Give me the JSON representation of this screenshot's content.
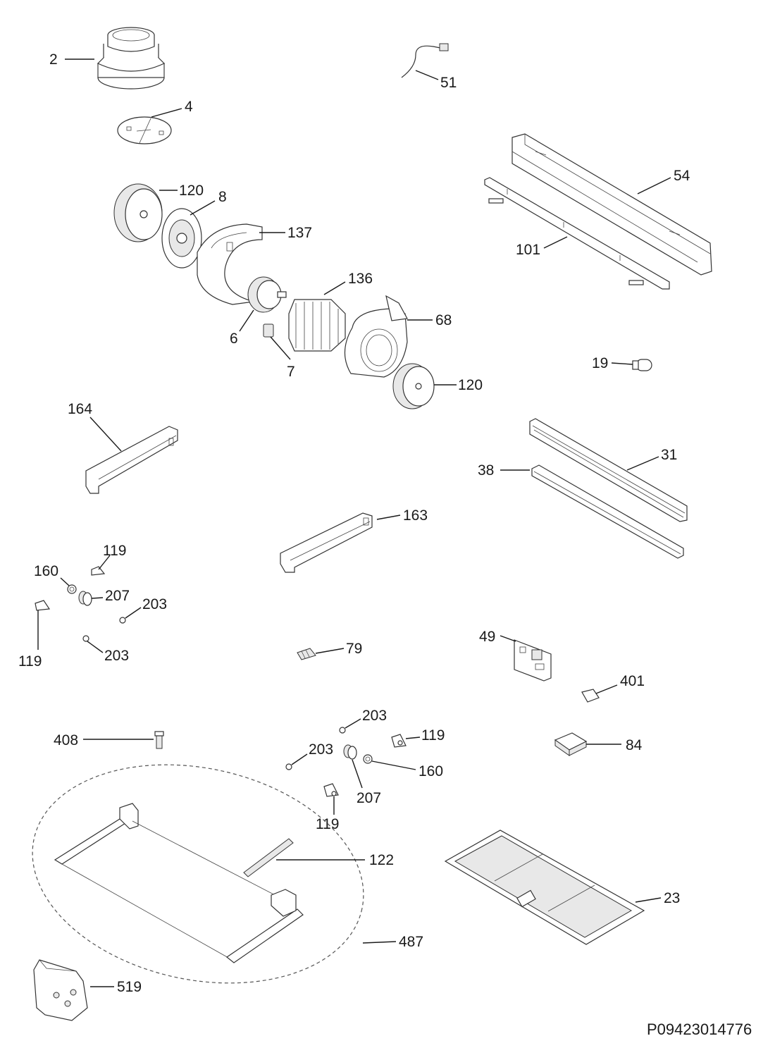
{
  "diagram": {
    "drawing_code": "P09423014776",
    "callouts": [
      {
        "id": "c2",
        "label": "2"
      },
      {
        "id": "c4",
        "label": "4"
      },
      {
        "id": "c51",
        "label": "51"
      },
      {
        "id": "c54",
        "label": "54"
      },
      {
        "id": "c101",
        "label": "101"
      },
      {
        "id": "c120a",
        "label": "120"
      },
      {
        "id": "c8",
        "label": "8"
      },
      {
        "id": "c137",
        "label": "137"
      },
      {
        "id": "c6",
        "label": "6"
      },
      {
        "id": "c7",
        "label": "7"
      },
      {
        "id": "c136",
        "label": "136"
      },
      {
        "id": "c68",
        "label": "68"
      },
      {
        "id": "c120b",
        "label": "120"
      },
      {
        "id": "c19",
        "label": "19"
      },
      {
        "id": "c164",
        "label": "164"
      },
      {
        "id": "c31",
        "label": "31"
      },
      {
        "id": "c38",
        "label": "38"
      },
      {
        "id": "c163",
        "label": "163"
      },
      {
        "id": "c119a",
        "label": "119"
      },
      {
        "id": "c160a",
        "label": "160"
      },
      {
        "id": "c207a",
        "label": "207"
      },
      {
        "id": "c203a",
        "label": "203"
      },
      {
        "id": "c119b",
        "label": "119"
      },
      {
        "id": "c203b",
        "label": "203"
      },
      {
        "id": "c79",
        "label": "79"
      },
      {
        "id": "c49",
        "label": "49"
      },
      {
        "id": "c401",
        "label": "401"
      },
      {
        "id": "c203c",
        "label": "203"
      },
      {
        "id": "c119c",
        "label": "119"
      },
      {
        "id": "c408",
        "label": "408"
      },
      {
        "id": "c203d",
        "label": "203"
      },
      {
        "id": "c160b",
        "label": "160"
      },
      {
        "id": "c84",
        "label": "84"
      },
      {
        "id": "c207b",
        "label": "207"
      },
      {
        "id": "c119d",
        "label": "119"
      },
      {
        "id": "c122",
        "label": "122"
      },
      {
        "id": "c23",
        "label": "23"
      },
      {
        "id": "c487",
        "label": "487"
      },
      {
        "id": "c519",
        "label": "519"
      }
    ]
  }
}
